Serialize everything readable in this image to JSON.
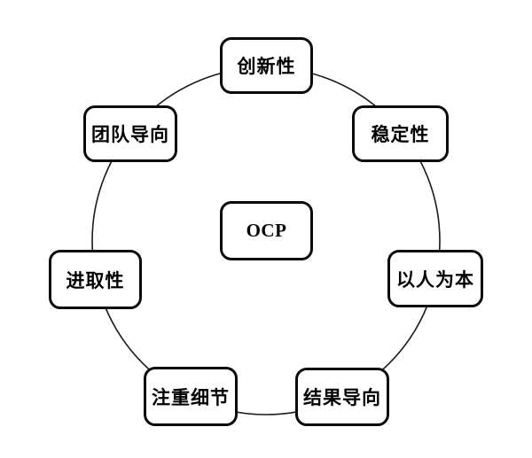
{
  "diagram": {
    "type": "circular-relationship-diagram",
    "center": {
      "label": "OCP"
    },
    "nodes": [
      {
        "label": "创新性",
        "position": "top"
      },
      {
        "label": "稳定性",
        "position": "top-right"
      },
      {
        "label": "以人为本",
        "position": "right"
      },
      {
        "label": "结果导向",
        "position": "bottom-right"
      },
      {
        "label": "注重细节",
        "position": "bottom-left"
      },
      {
        "label": "进取性",
        "position": "left"
      },
      {
        "label": "团队导向",
        "position": "top-left"
      }
    ],
    "colors": {
      "background": "#ffffff",
      "box_border": "#0a0a0a",
      "box_fill": "#ffffff",
      "connector_line": "#1a1a1a",
      "text": "#000000"
    }
  }
}
